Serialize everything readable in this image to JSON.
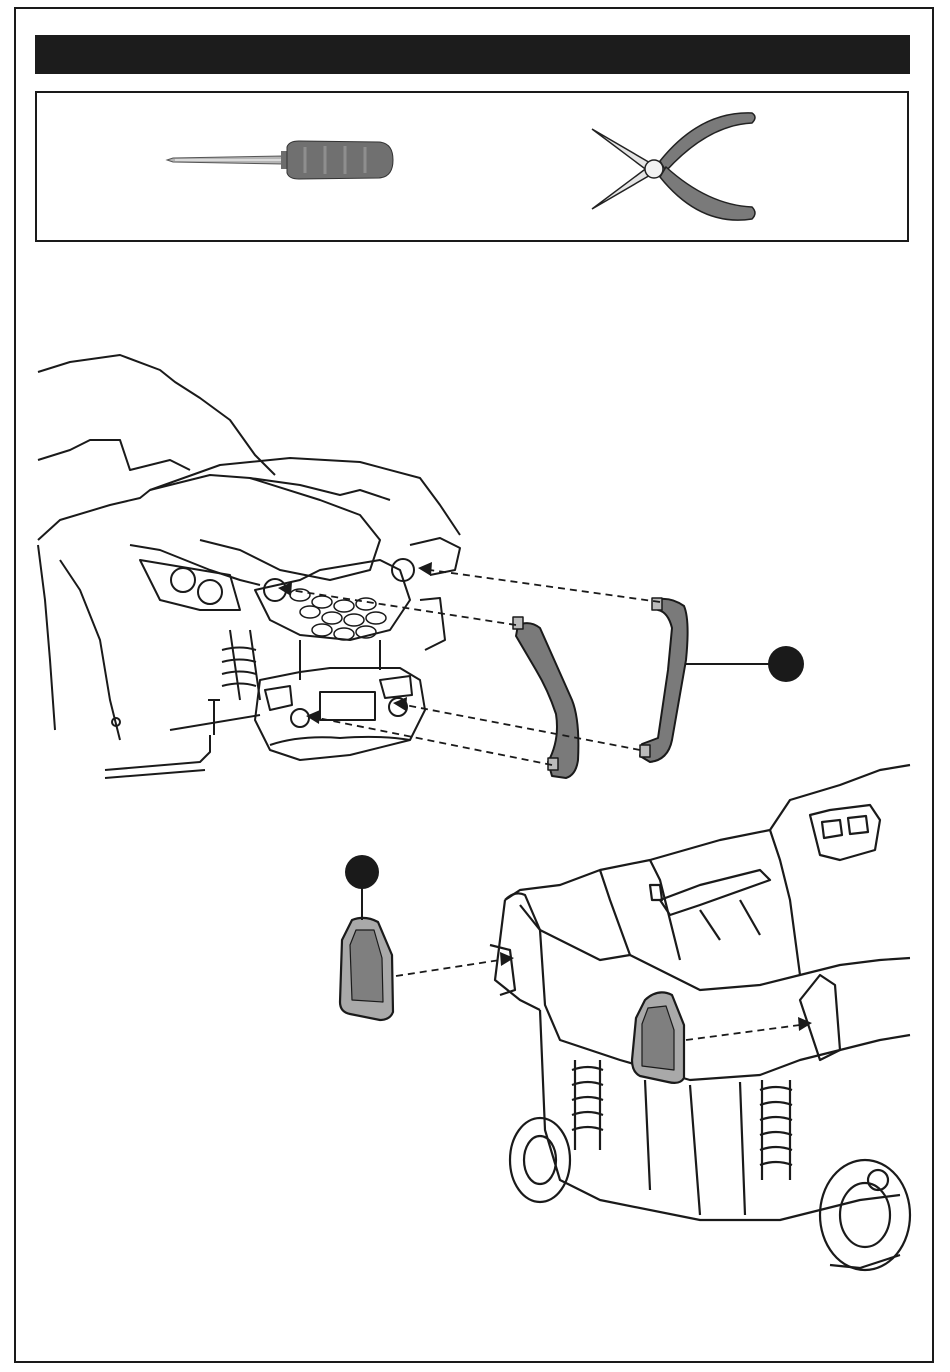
{
  "header": {
    "title": ""
  },
  "tools": [
    {
      "name": "screwdriver",
      "icon": "screwdriver-icon"
    },
    {
      "name": "pliers",
      "icon": "pliers-icon"
    }
  ],
  "callouts": [
    {
      "part": "front-bumper-bars",
      "label": ""
    },
    {
      "part": "rear-tail-lights",
      "label": ""
    }
  ],
  "colors": {
    "ink": "#1a1a1a",
    "part_gray": "#7a7a7a",
    "part_light": "#a9a9a9"
  }
}
